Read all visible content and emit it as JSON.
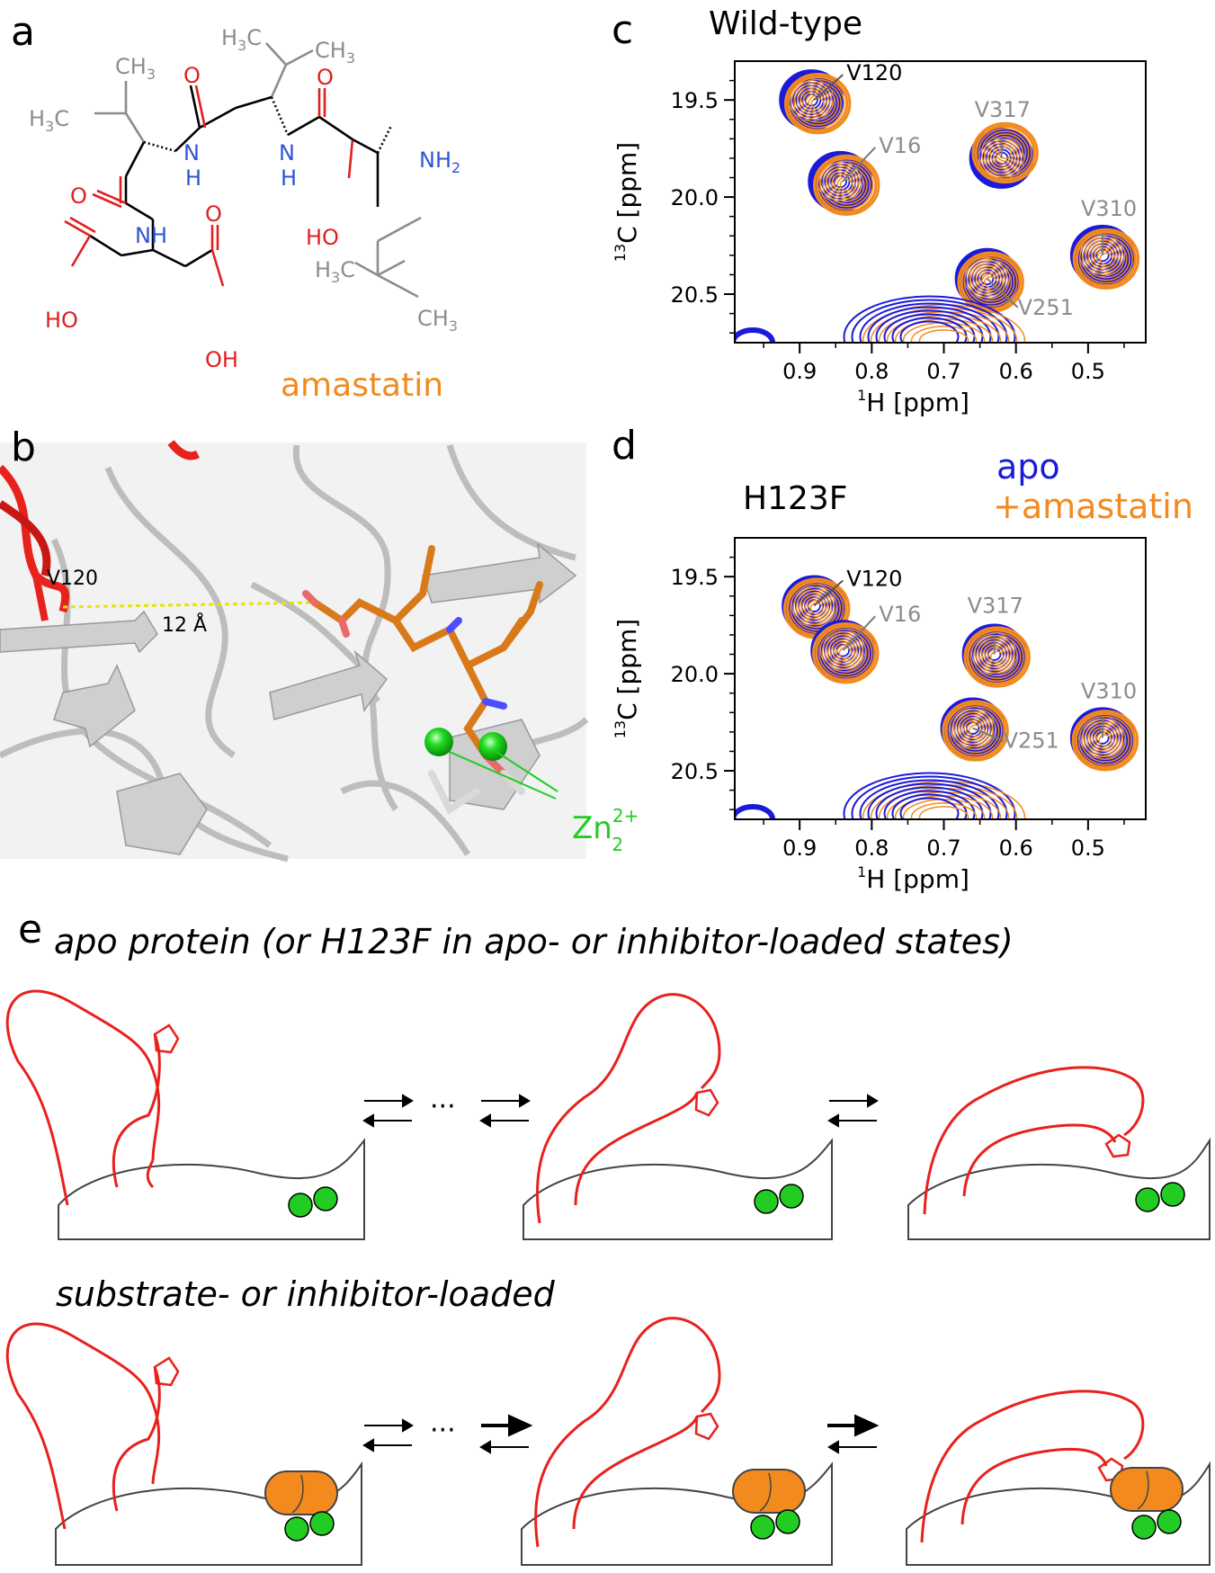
{
  "panels": {
    "a": {
      "letter": "a",
      "compound": "amastatin",
      "atoms": {
        "h3c_1": "H",
        "h3c_1b": "3",
        "h3c_1c": "C",
        "ch3_1": "CH",
        "ch3_1b": "3",
        "h3c_2": "H",
        "h3c_2b": "3",
        "h3c_2c": "C",
        "ch3_2": "CH",
        "ch3_2b": "3",
        "nh2": "NH",
        "nh2b": "2",
        "h3c_3": "H",
        "h3c_3b": "3",
        "h3c_3c": "C",
        "ch3_3": "CH",
        "ch3_3b": "3",
        "o1": "O",
        "o2": "O",
        "o3": "O",
        "o4": "O",
        "n1": "N",
        "h1": "H",
        "n2": "N",
        "h2": "H",
        "nh": "NH",
        "ho1": "HO",
        "oh1": "OH",
        "ho2": "HO"
      }
    },
    "b": {
      "letter": "b",
      "residue": "V120",
      "distance": "12 Å",
      "zn": "Zn",
      "zn_sup": "2+",
      "zn_sub": "2"
    },
    "c": {
      "letter": "c",
      "title": "Wild-type"
    },
    "d": {
      "letter": "d",
      "title": "H123F"
    },
    "e": {
      "letter": "e",
      "row1_caption": "apo protein (or H123F in apo- or inhibitor-loaded states)",
      "row2_caption": "substrate- or inhibitor-loaded",
      "ellipsis": "···"
    }
  },
  "legend": {
    "apo": "apo",
    "amastatin": "+amastatin"
  },
  "colors": {
    "apo": "#1a1adb",
    "amastatin": "#f28a1e",
    "protein_red": "#e8211d",
    "zn_green": "#22cc22",
    "grey_text": "#8c8c8c",
    "mol_red": "#e02020",
    "mol_blue": "#2f55d4"
  },
  "chart_data": [
    {
      "type": "contour",
      "title": "Wild-type",
      "xlabel_sup": "1",
      "xlabel": "H [ppm]",
      "ylabel_sup": "13",
      "ylabel": "C [ppm]",
      "xlim": [
        0.99,
        0.42
      ],
      "ylim": [
        20.75,
        19.3
      ],
      "xticks": [
        0.9,
        0.8,
        0.7,
        0.6,
        0.5
      ],
      "xtick_labels": [
        "0.9",
        "0.8",
        "0.7",
        "0.6",
        "0.5"
      ],
      "yticks": [
        19.5,
        20.0,
        20.5
      ],
      "ytick_labels": [
        "19.5",
        "20.0",
        "20.5"
      ],
      "peaks": [
        {
          "label": "V120",
          "h": 0.88,
          "c": 19.5
        },
        {
          "label": "V16",
          "h": 0.84,
          "c": 19.92
        },
        {
          "label": "V317",
          "h": 0.62,
          "c": 19.8
        },
        {
          "label": "V310",
          "h": 0.48,
          "c": 20.3
        },
        {
          "label": "V251",
          "h": 0.64,
          "c": 20.42
        }
      ]
    },
    {
      "type": "contour",
      "title": "H123F",
      "xlabel_sup": "1",
      "xlabel": "H [ppm]",
      "ylabel_sup": "13",
      "ylabel": "C [ppm]",
      "xlim": [
        0.99,
        0.42
      ],
      "ylim": [
        20.75,
        19.3
      ],
      "xticks": [
        0.9,
        0.8,
        0.7,
        0.6,
        0.5
      ],
      "xtick_labels": [
        "0.9",
        "0.8",
        "0.7",
        "0.6",
        "0.5"
      ],
      "yticks": [
        19.5,
        20.0,
        20.5
      ],
      "ytick_labels": [
        "19.5",
        "20.0",
        "20.5"
      ],
      "peaks": [
        {
          "label": "V120",
          "h": 0.88,
          "c": 19.65
        },
        {
          "label": "V16",
          "h": 0.84,
          "c": 19.88
        },
        {
          "label": "V317",
          "h": 0.63,
          "c": 19.9
        },
        {
          "label": "V310",
          "h": 0.48,
          "c": 20.33
        },
        {
          "label": "V251",
          "h": 0.66,
          "c": 20.28
        }
      ]
    }
  ]
}
